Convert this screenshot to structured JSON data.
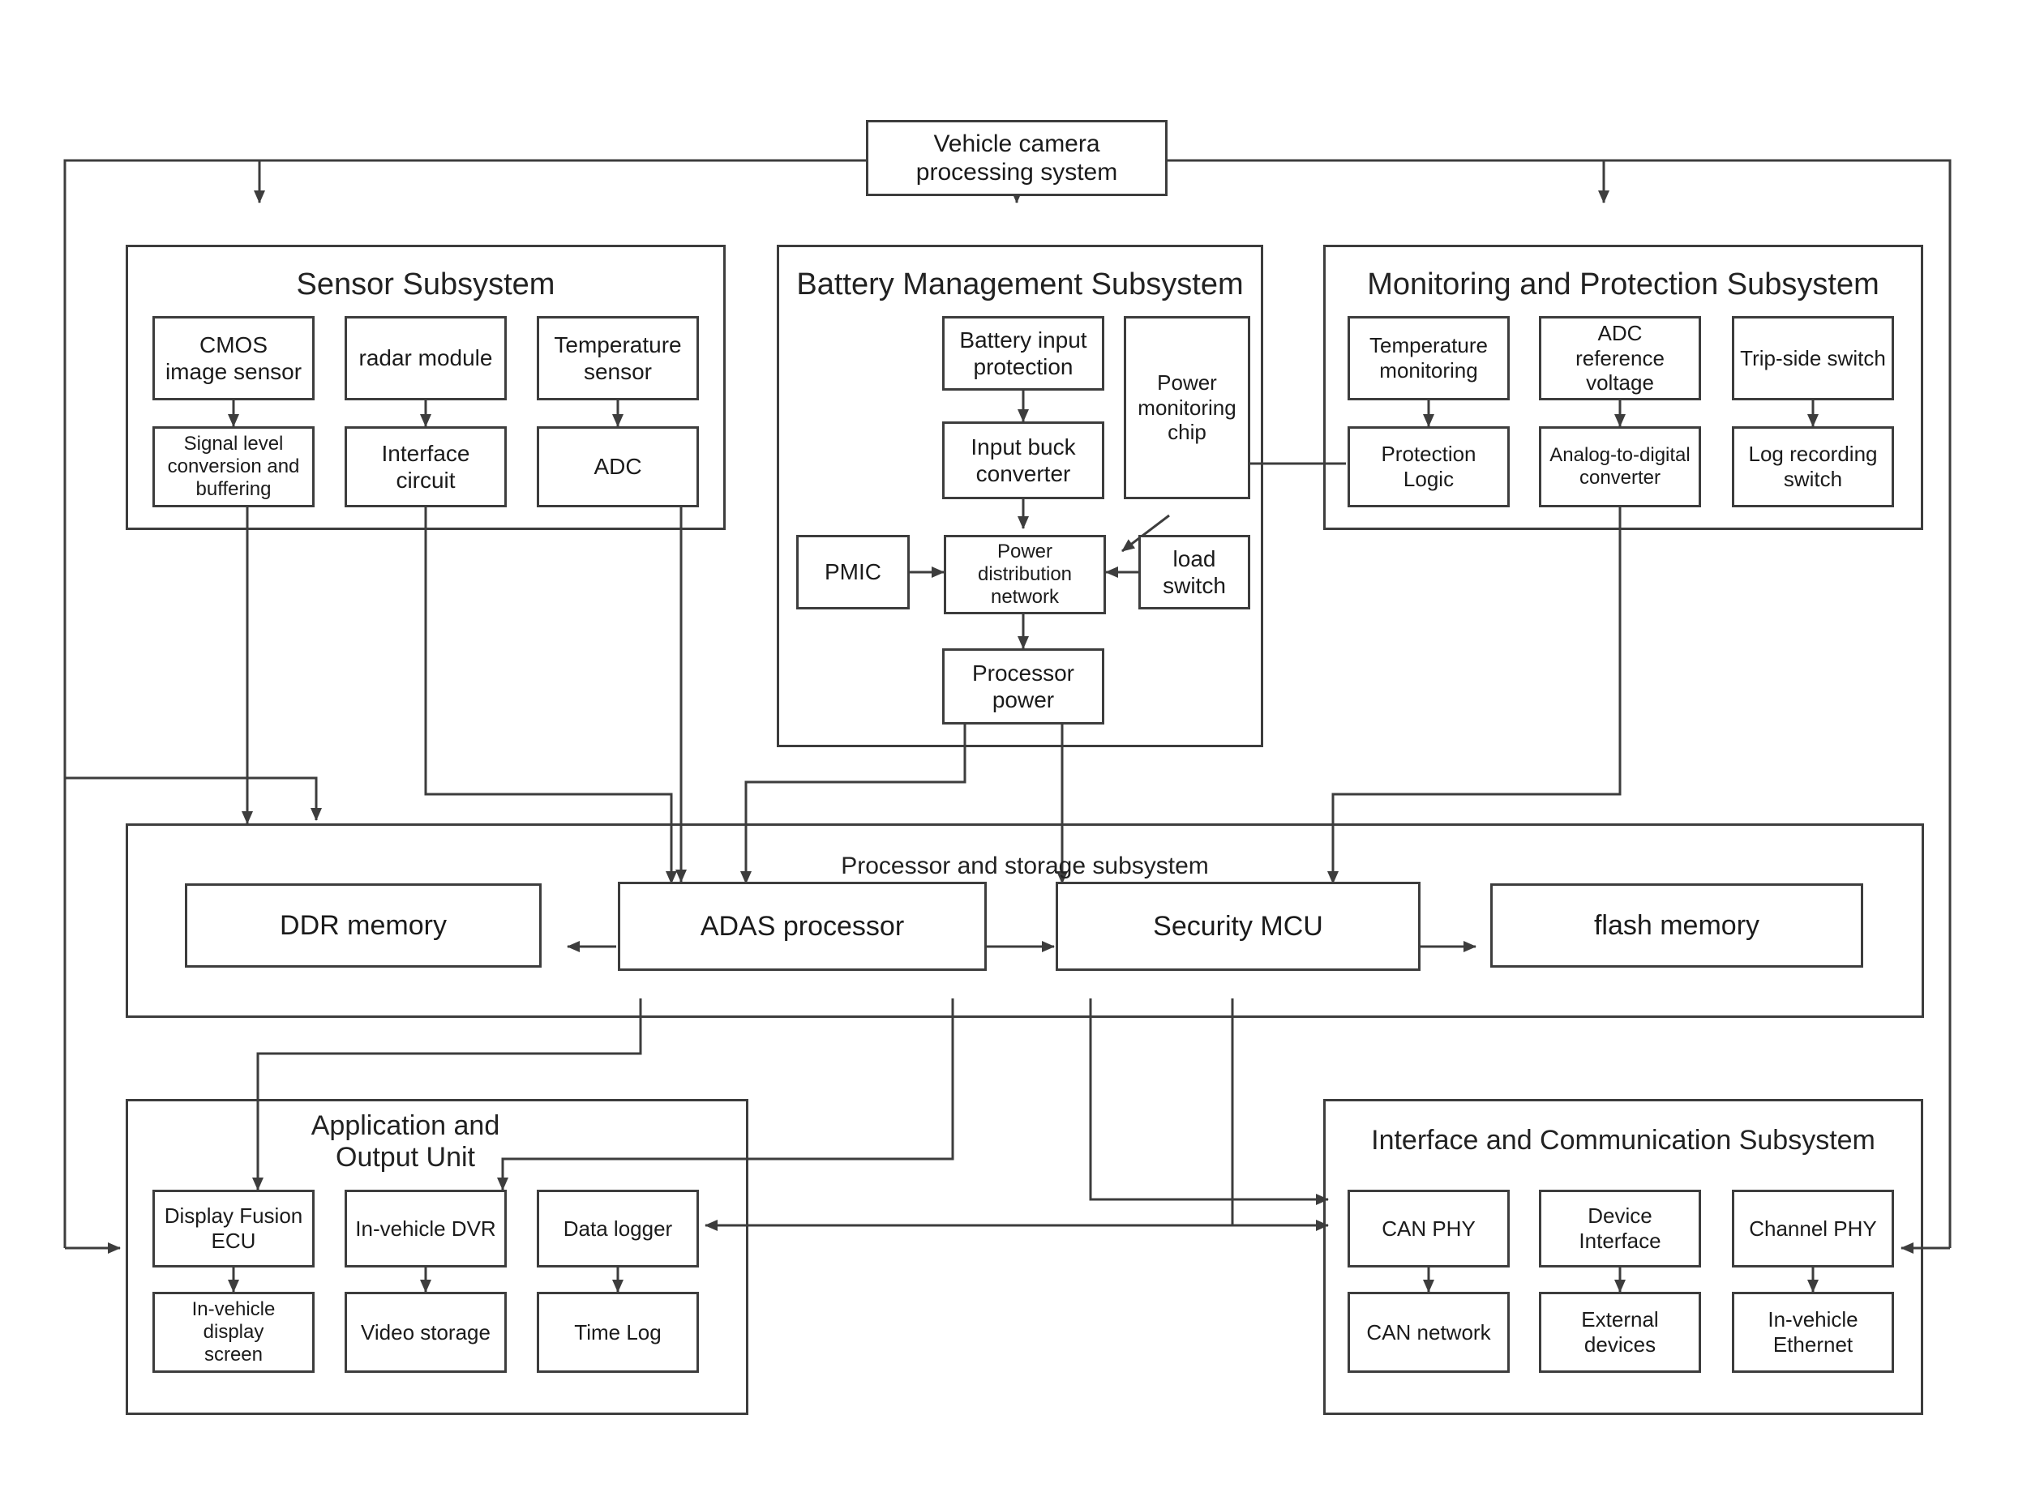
{
  "diagram": {
    "title": "Vehicle camera processing system",
    "root": {
      "label": "Vehicle camera\nprocessing system"
    },
    "groups": [
      {
        "id": "sensor",
        "title": "Sensor Subsystem"
      },
      {
        "id": "battery",
        "title": "Battery Management Subsystem"
      },
      {
        "id": "monitoring",
        "title": "Monitoring and Protection Subsystem"
      },
      {
        "id": "processor",
        "title": "Processor and storage subsystem"
      },
      {
        "id": "application",
        "title": "Application and\nOutput Unit"
      },
      {
        "id": "interface",
        "title": "Interface and Communication Subsystem"
      }
    ],
    "nodes": {
      "cmos_image_sensor": "CMOS\nimage sensor",
      "radar_module": "radar module",
      "temperature_sensor": "Temperature\nsensor",
      "signal_level_conversion": "Signal level\nconversion and\nbuffering",
      "interface_circuit": "Interface\ncircuit",
      "adc": "ADC",
      "battery_input_protection": "Battery input\nprotection",
      "input_buck_converter": "Input buck\nconverter",
      "power_monitoring_chip": "Power\nmonitoring\nchip",
      "pmic": "PMIC",
      "power_distribution_network": "Power\ndistribution\nnetwork",
      "load_switch": "load\nswitch",
      "processor_power": "Processor\npower",
      "temperature_monitoring": "Temperature\nmonitoring",
      "adc_reference_voltage": "ADC\nreference\nvoltage",
      "trip_side_switch": "Trip-side switch",
      "protection_logic": "Protection Logic",
      "analog_to_digital_converter": "Analog-to-digital\nconverter",
      "log_recording_switch": "Log recording\nswitch",
      "ddr_memory": "DDR memory",
      "adas_processor": "ADAS processor",
      "security_mcu": "Security MCU",
      "flash_memory": "flash memory",
      "display_fusion_ecu": "Display Fusion\nECU",
      "in_vehicle_dvr": "In-vehicle DVR",
      "data_logger": "Data logger",
      "in_vehicle_display_screen": "In-vehicle\ndisplay\nscreen",
      "video_storage": "Video storage",
      "time_log": "Time Log",
      "can_phy": "CAN PHY",
      "device_interface": "Device Interface",
      "channel_phy": "Channel PHY",
      "can_network": "CAN network",
      "external_devices": "External devices",
      "in_vehicle_ethernet": "In-vehicle\nEthernet"
    },
    "colors": {
      "stroke": "#3d3d3d",
      "text": "#1b1b1b",
      "background": "#ffffff"
    }
  }
}
